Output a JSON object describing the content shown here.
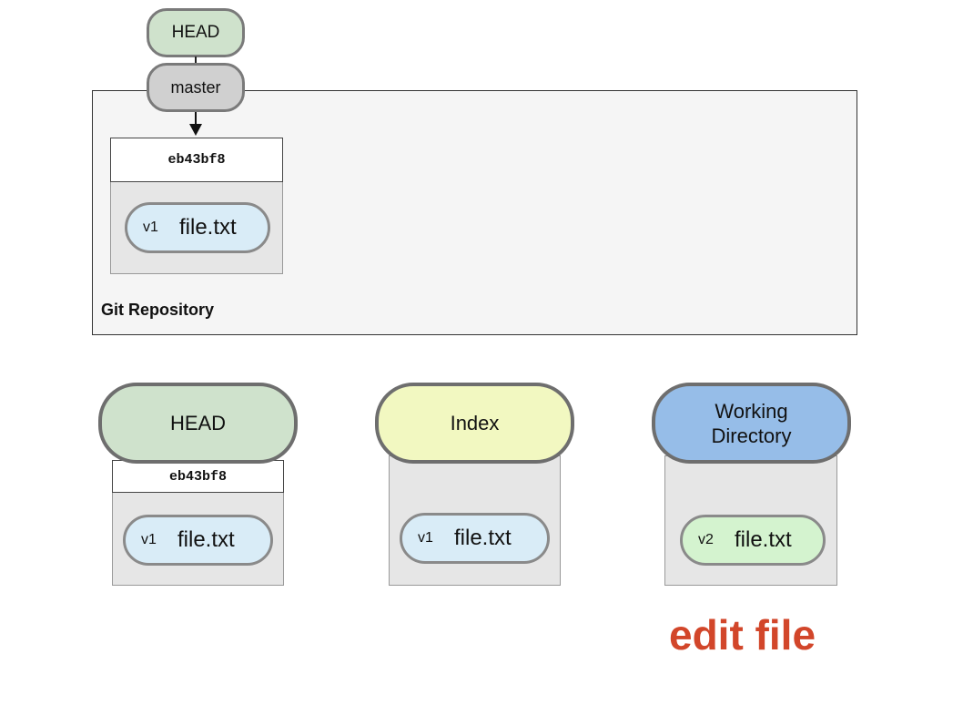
{
  "refs": {
    "head_label": "HEAD",
    "branch_label": "master"
  },
  "repository": {
    "label": "Git Repository",
    "commit": {
      "hash": "eb43bf8",
      "file": {
        "version": "v1",
        "name": "file.txt"
      }
    }
  },
  "trees": [
    {
      "title": "HEAD",
      "color": "#cfe2cc",
      "hash": "eb43bf8",
      "file": {
        "version": "v1",
        "name": "file.txt",
        "color": "#d9ecf7"
      }
    },
    {
      "title": "Index",
      "color": "#f2f8c1",
      "file": {
        "version": "v1",
        "name": "file.txt",
        "color": "#d9ecf7"
      }
    },
    {
      "title_line1": "Working",
      "title_line2": "Directory",
      "color": "#96bde8",
      "file": {
        "version": "v2",
        "name": "file.txt",
        "color": "#d4f3cf"
      }
    }
  ],
  "action_label": "edit file",
  "colors": {
    "action": "#d2462a",
    "head": "#cfe2cc",
    "branch": "#d0d0d0",
    "index": "#f2f8c1",
    "working_directory": "#96bde8"
  }
}
